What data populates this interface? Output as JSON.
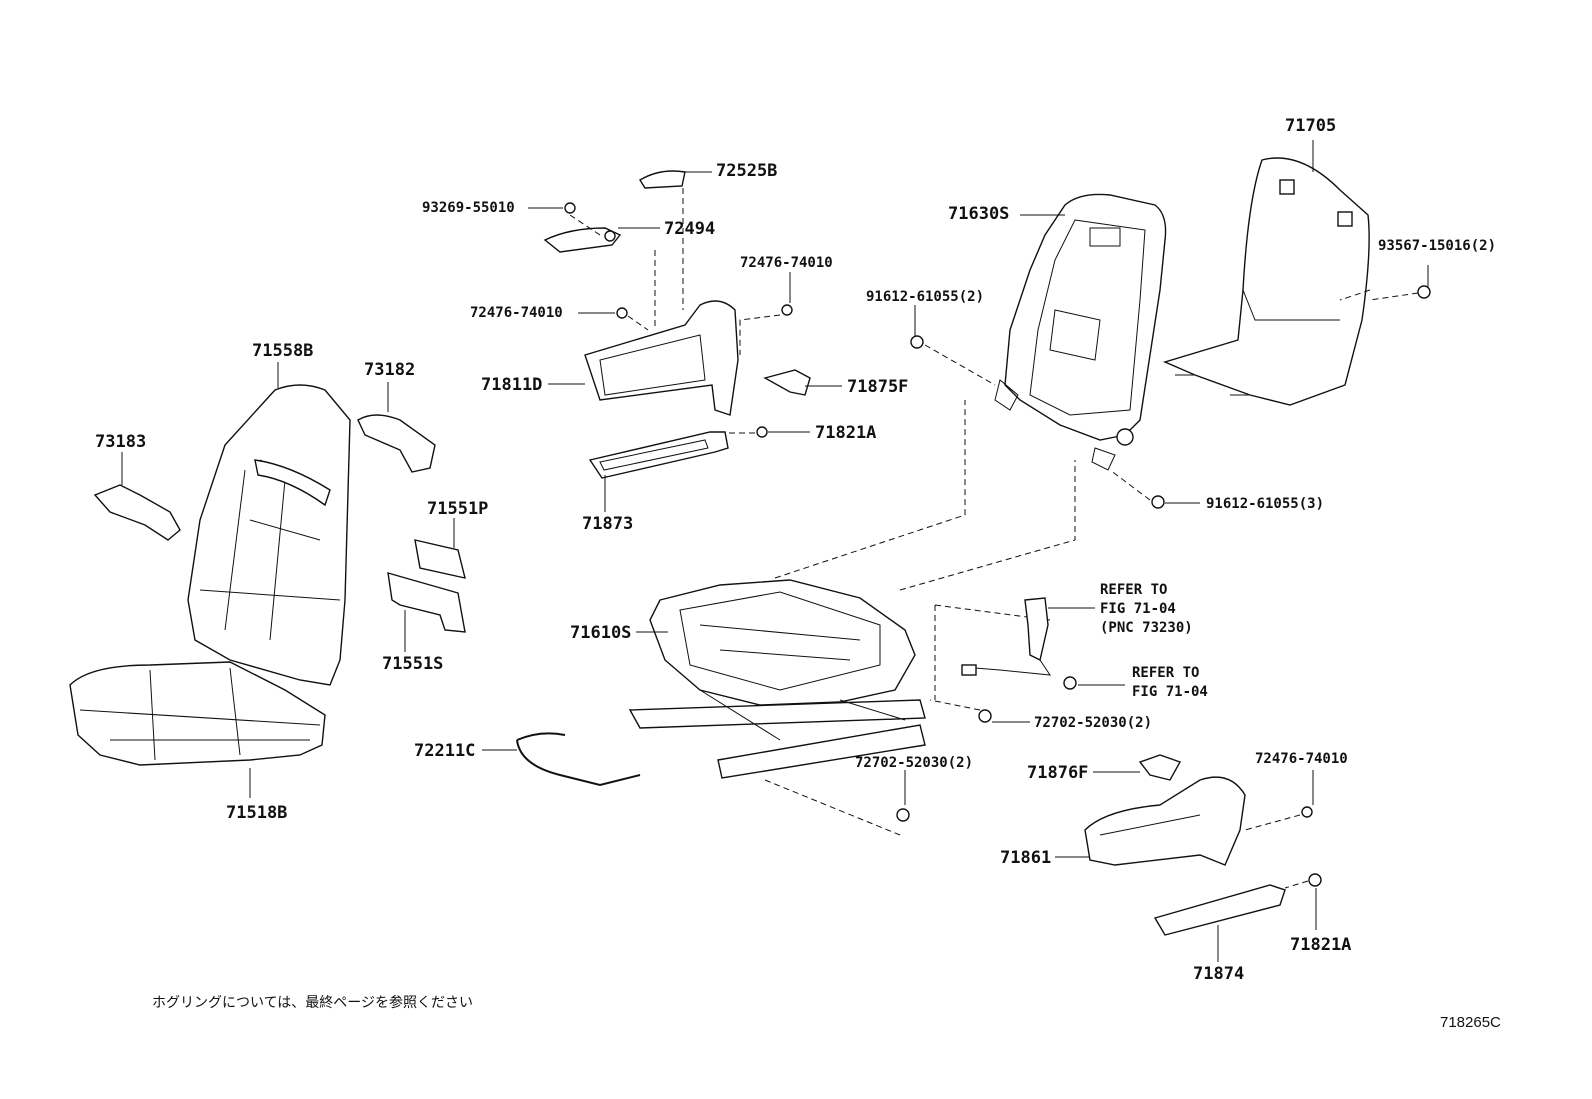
{
  "labels": {
    "p71705": "71705",
    "p71630S": "71630S",
    "p93567": "93567-15016(2)",
    "p91612_2": "91612-61055(2)",
    "p91612_3": "91612-61055(3)",
    "p72525B": "72525B",
    "p93269": "93269-55010",
    "p72494": "72494",
    "p72476_a": "72476-74010",
    "p72476_b": "72476-74010",
    "p72476_c": "72476-74010",
    "p71811D": "71811D",
    "p71875F": "71875F",
    "p71821A_a": "71821A",
    "p71821A_b": "71821A",
    "p71873": "71873",
    "p71558B": "71558B",
    "p73182": "73182",
    "p73183": "73183",
    "p71551P": "71551P",
    "p71551S": "71551S",
    "p71610S": "71610S",
    "p71518B": "71518B",
    "p72211C": "72211C",
    "p72702_a": "72702-52030(2)",
    "p72702_b": "72702-52030(2)",
    "p71876F": "71876F",
    "p71861": "71861",
    "p71874": "71874"
  },
  "references": {
    "ref1_line1": "REFER TO",
    "ref1_line2": "FIG 71-04",
    "ref1_line3": "(PNC 73230)",
    "ref2_line1": "REFER TO",
    "ref2_line2": "FIG 71-04"
  },
  "footnote": "ホグリングについては、最終ページを参照ください",
  "figure_id": "718265C"
}
